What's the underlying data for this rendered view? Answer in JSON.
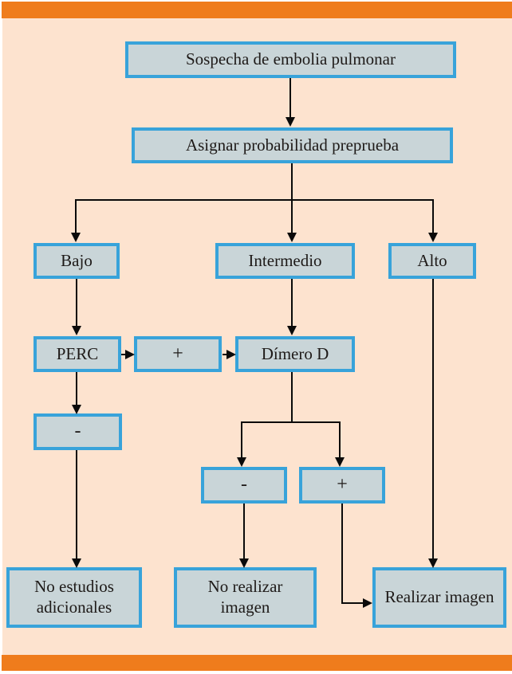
{
  "colors": {
    "accent": "#ef7c1c",
    "bg": "#fde3cf",
    "node-fill": "#c9d5d8",
    "node-border": "#38a3da",
    "line": "#0a0a0a",
    "text": "#1e1a18"
  },
  "nodes": {
    "sospecha": {
      "label": "Sospecha de embolia pulmonar"
    },
    "asignar": {
      "label": "Asignar probabilidad preprueba"
    },
    "bajo": {
      "label": "Bajo"
    },
    "intermedio": {
      "label": "Intermedio"
    },
    "alto": {
      "label": "Alto"
    },
    "perc": {
      "label": "PERC"
    },
    "perc_plus": {
      "label": "+"
    },
    "dimero": {
      "label": "Dímero D"
    },
    "perc_minus": {
      "label": "-"
    },
    "dimero_minus": {
      "label": "-"
    },
    "dimero_plus": {
      "label": "+"
    },
    "no_estudios": {
      "label": "No estudios adicionales"
    },
    "no_imagen": {
      "label": "No realizar imagen"
    },
    "imagen": {
      "label": "Realizar imagen"
    }
  }
}
